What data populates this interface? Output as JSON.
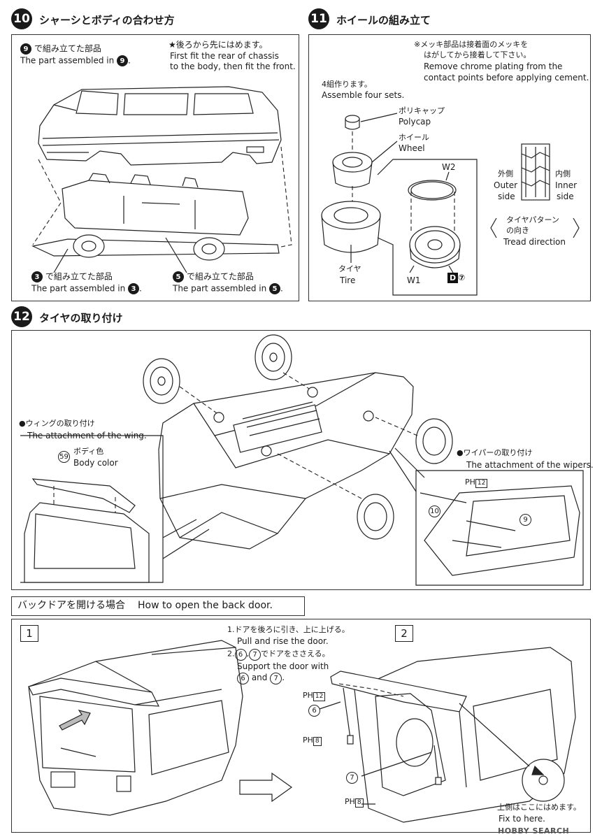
{
  "step10": {
    "number": "10",
    "title": "シャーシとボディの合わせ方",
    "part9_num": "9",
    "part9_ja": "で組み立てた部品",
    "part9_en_prefix": "The part assembled in",
    "part9_en_suffix": ".",
    "note_ja": "★後ろから先にはめます。",
    "note_en_1": "First fit the rear of chassis",
    "note_en_2": "to the body, then fit the front.",
    "part3_num": "3",
    "part3_ja": "で組み立てた部品",
    "part3_en_prefix": "The part assembled in",
    "part3_en_suffix": ".",
    "part5_num": "5",
    "part5_ja": "で組み立てた部品",
    "part5_en_prefix": "The part assembled in",
    "part5_en_suffix": "."
  },
  "step11": {
    "number": "11",
    "title": "ホイールの組み立て",
    "chrome_ja_1": "※メッキ部品は接着面のメッキを",
    "chrome_ja_2": "はがしてから接着して下さい。",
    "chrome_en_1": "Remove chrome plating from the",
    "chrome_en_2": "contact points before applying cement.",
    "sets_ja": "4組作ります。",
    "sets_en": "Assemble four sets.",
    "polycap_ja": "ポリキャップ",
    "polycap_en": "Polycap",
    "wheel_ja": "ホイール",
    "wheel_en": "Wheel",
    "tire_ja": "タイヤ",
    "tire_en": "Tire",
    "w2": "W2",
    "w1": "W1",
    "d_part": "D",
    "d_num": "⑦",
    "outer_ja": "外側",
    "outer_en_1": "Outer",
    "outer_en_2": "side",
    "inner_ja": "内側",
    "inner_en_1": "Inner",
    "inner_en_2": "side",
    "tread_ja_1": "タイヤパターン",
    "tread_ja_2": "の向き",
    "tread_en": "Tread direction"
  },
  "step12": {
    "number": "12",
    "title": "タイヤの取り付け",
    "wing_ja": "●ウィングの取り付け",
    "wing_en": "The attachment of the wing.",
    "body_color_num": "59",
    "body_color_ja": "ボディ色",
    "body_color_en": "Body color",
    "wiper_ja": "●ワイパーの取り付け",
    "wiper_en": "The attachment of the wipers.",
    "ph_label": "PH",
    "ph_num_12": "12",
    "part_10": "10",
    "part_9": "9"
  },
  "backdoor": {
    "title_ja": "バックドアを開ける場合",
    "title_en": "How to open the back door.",
    "panel1": "1",
    "panel2": "2",
    "step1_ja": "1.ドアを後ろに引き、上に上げる。",
    "step1_en": "Pull and rise the door.",
    "step2_ja_prefix": "2.",
    "step2_num_a": "6",
    "step2_sep": ",",
    "step2_num_b": "7",
    "step2_ja_suffix": "でドアをささえる。",
    "step2_en_1": "Support the door with",
    "step2_en_and": "and",
    "step2_en_end": ".",
    "ph_label": "PH",
    "ph_12": "12",
    "ph_8a": "8",
    "ph_8b": "8",
    "part6": "6",
    "part7": "7",
    "fix_ja": "上側はここにはめます。",
    "fix_en": "Fix to here."
  },
  "watermark": "HOBBY SEARCH"
}
